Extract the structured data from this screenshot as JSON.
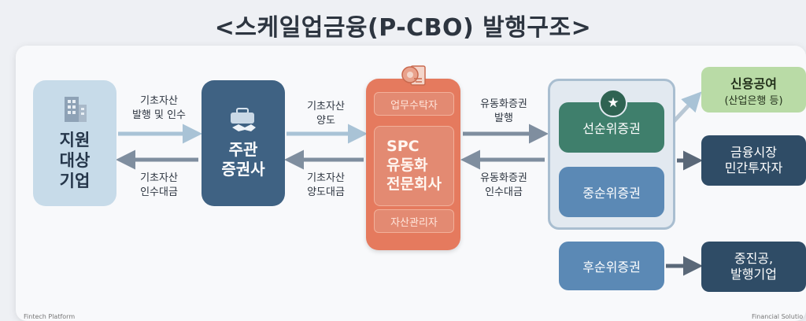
{
  "title": "<스케일업금융(P-CBO) 발행구조>",
  "nodes": {
    "support_company": "지원\n대상\n기업",
    "lead_underwriter": "주관\n증권사",
    "spc_main": "SPC\n유동화\n전문회사",
    "spc_trustee": "업무수탁자",
    "spc_asset_manager": "자산관리자",
    "senior": "선순위증권",
    "mezzanine": "중순위증권",
    "junior": "후순위증권",
    "credit_title": "신용공여",
    "credit_sub": "(산업은행 등)",
    "market": "금융시장\n민간투자자",
    "jinco": "중진공,\n발행기업"
  },
  "flows": {
    "issue_acquire": "기초자산\n발행 및 인수",
    "acquire_payment": "기초자산\n인수대금",
    "transfer": "기초자산\n양도",
    "transfer_payment": "기초자산\n양도대금",
    "abs_issue": "유동화증권\n발행",
    "abs_payment": "유동화증권\n인수대금"
  },
  "colors": {
    "support": "#c7dbe9",
    "lead": "#3f6283",
    "spc": "#e57a5e",
    "senior": "#3f7f6c",
    "tranche": "#5b89b5",
    "credit": "#b9dba6",
    "investor": "#2f4c66"
  },
  "icons": {
    "support": "building-icon",
    "lead": "briefcase-handshake-icon",
    "spc": "gear-document-icon",
    "senior": "star-icon"
  },
  "footer": {
    "left": "Fintech Platform",
    "right": "Financial Solutio"
  }
}
